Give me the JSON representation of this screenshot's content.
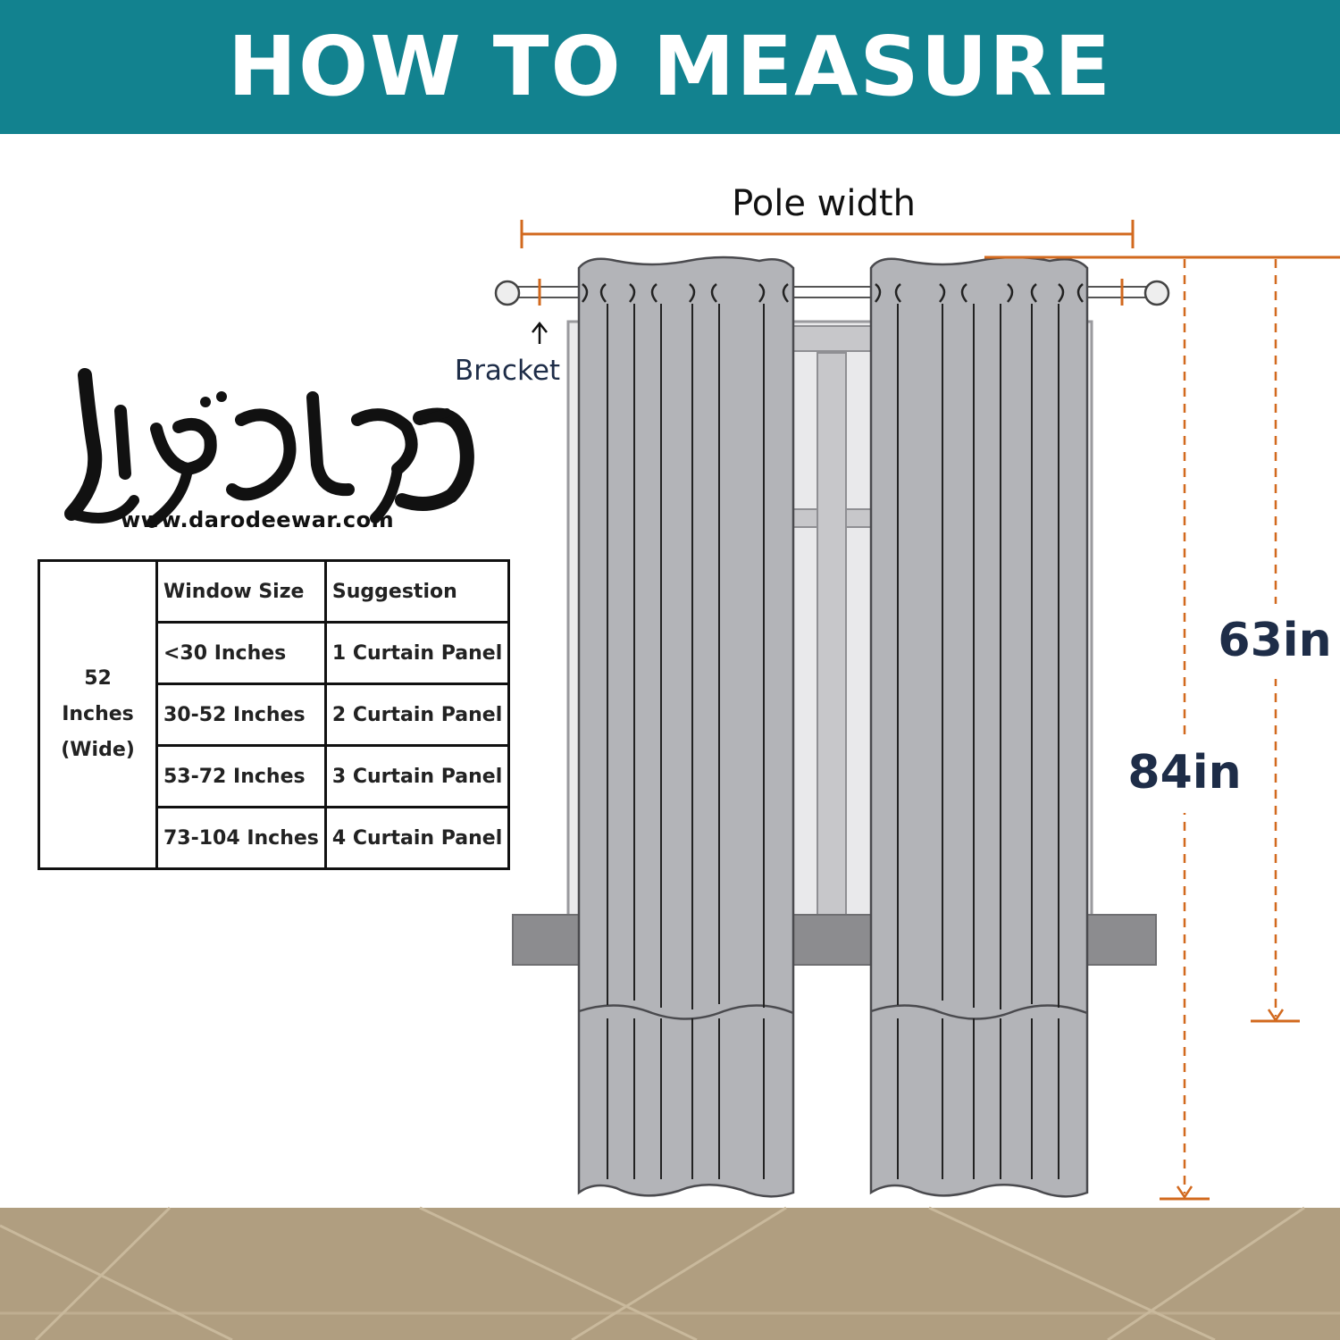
{
  "title": "HOW TO MEASURE",
  "brand": {
    "logo_script": "دروديوار",
    "website": "www.darodeewar.com"
  },
  "diagram": {
    "pole_width_label": "Pole width",
    "bracket_label": "Bracket",
    "short_length_label": "63in",
    "long_length_label": "84in"
  },
  "size_table": {
    "group_label_line1": "52 Inches",
    "group_label_line2": "(Wide)",
    "headers": [
      "Window Size",
      "Suggestion"
    ],
    "rows": [
      {
        "window_size": "<30 Inches",
        "suggestion": "1 Curtain Panel"
      },
      {
        "window_size": "30-52 Inches",
        "suggestion": "2 Curtain Panel"
      },
      {
        "window_size": "53-72 Inches",
        "suggestion": "3 Curtain Panel"
      },
      {
        "window_size": "73-104 Inches",
        "suggestion": "4 Curtain Panel"
      }
    ]
  },
  "colors": {
    "banner": "#12828f",
    "measure_lines": "#d2691e",
    "curtain": "#b3b4b8",
    "floor": "#b09e80",
    "label_text": "#1e2d48"
  }
}
